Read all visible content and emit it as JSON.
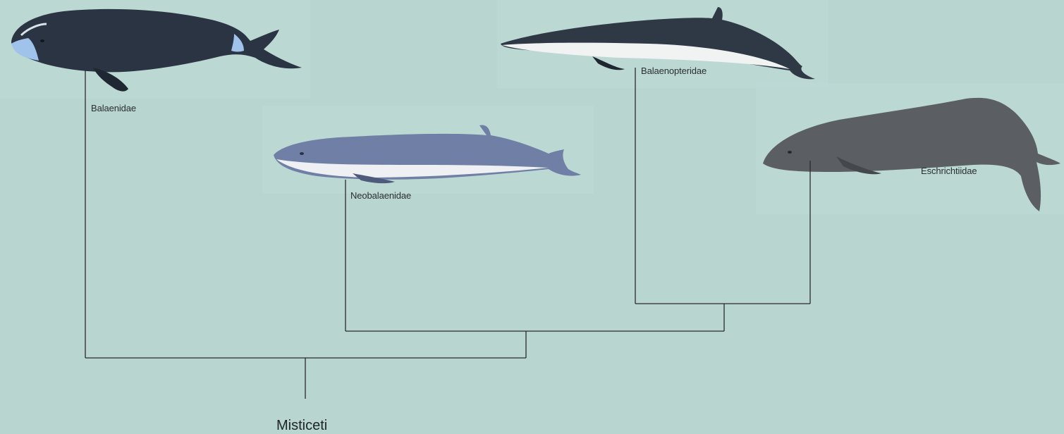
{
  "tree": {
    "root": {
      "label": "Misticeti"
    },
    "leaves": [
      {
        "id": "balaenidae",
        "label": "Balaenidae",
        "whale_icon": "bowhead-whale-icon",
        "color": "#2b3442"
      },
      {
        "id": "neobalaenidae",
        "label": "Neobalaenidae",
        "whale_icon": "pygmy-right-whale-icon",
        "color": "#6f7fa6"
      },
      {
        "id": "balaenopteridae",
        "label": "Balaenopteridae",
        "whale_icon": "rorqual-whale-icon",
        "color": "#2f3845"
      },
      {
        "id": "eschrichtiidae",
        "label": "Eschrichtiidae",
        "whale_icon": "gray-whale-icon",
        "color": "#5b5f63"
      }
    ]
  },
  "colors": {
    "background": "#b9d5d0",
    "line": "#2b2b2b",
    "whale_belly": "#f1f3f3"
  }
}
